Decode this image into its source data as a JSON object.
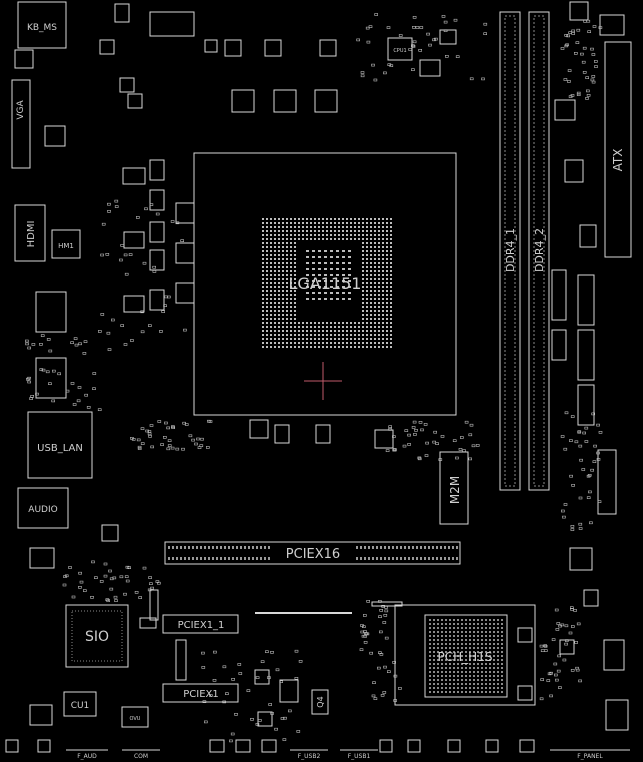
{
  "board": {
    "background": "#000000",
    "line_color": "#d8d8d8",
    "text_color": "#cfcfcf",
    "cross_color": "#c05a6a"
  },
  "labels": {
    "kb_ms": "KB_MS",
    "vga": "VGA",
    "hdmi": "HDMI",
    "hdmi_chip": "HM1",
    "usb_lan": "USB_LAN",
    "audio": "AUDIO",
    "socket": "LGA1151",
    "ddr4_1": "DDR4_1",
    "ddr4_2": "DDR4_2",
    "atx": "ATX",
    "m2m": "M2M",
    "pciex16": "PCIEX16",
    "pciex1_1": "PCIEX1_1",
    "pciex1": "PCIEX1",
    "sio": "SIO",
    "cu1": "CU1",
    "pch": "PCH_H1S",
    "f_panel": "F_PANEL",
    "f_usb2": "F_USB2",
    "f_usb1": "F_USB1",
    "f_audio": "F_AUD",
    "com": "COM",
    "q4": "Q4",
    "ocu1": "CPU1",
    "ovu": "OVU"
  }
}
